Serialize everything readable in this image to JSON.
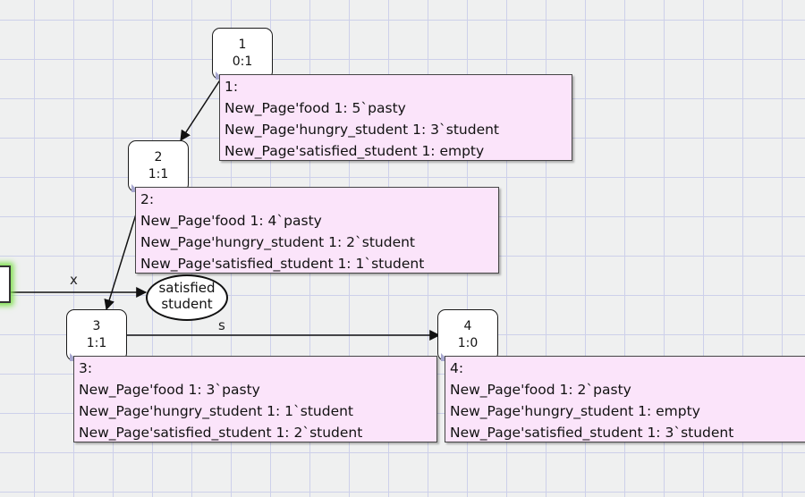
{
  "nodes": [
    {
      "id": "1",
      "ratio": "0:1"
    },
    {
      "id": "2",
      "ratio": "1:1"
    },
    {
      "id": "3",
      "ratio": "1:1"
    },
    {
      "id": "4",
      "ratio": "1:0"
    }
  ],
  "info_boxes": [
    {
      "header": "1:",
      "lines": [
        "New_Page'food 1: 5`pasty",
        "New_Page'hungry_student 1: 3`student",
        "New_Page'satisfied_student 1: empty"
      ]
    },
    {
      "header": "2:",
      "lines": [
        "New_Page'food 1: 4`pasty",
        "New_Page'hungry_student 1: 2`student",
        "New_Page'satisfied_student 1: 1`student"
      ]
    },
    {
      "header": "3:",
      "lines": [
        "New_Page'food 1: 3`pasty",
        "New_Page'hungry_student 1: 1`student",
        "New_Page'satisfied_student 1: 2`student"
      ]
    },
    {
      "header": "4:",
      "lines": [
        "New_Page'food 1: 2`pasty",
        "New_Page'hungry_student 1: empty",
        "New_Page'satisfied_student 1: 3`student"
      ]
    }
  ],
  "place": {
    "line1": "satisfied",
    "line2": "student"
  },
  "arc_labels": {
    "x": "x",
    "s": "s"
  },
  "colors": {
    "grid": "#cdd0ea",
    "background": "#eff0f0",
    "info_box": "#fbe4fa",
    "highlight": "#7de04a"
  }
}
